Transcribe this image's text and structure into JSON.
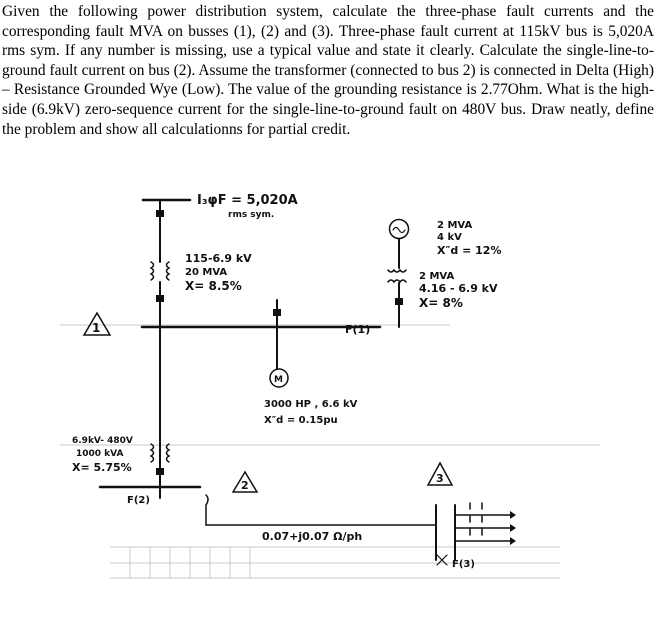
{
  "problem_text": "Given the following power distribution system, calculate the three-phase fault currents and the corresponding fault MVA on busses (1), (2) and (3).  Three-phase fault current at 115kV bus is 5,020A rms sym.  If any number is missing, use a typical value and state it clearly.  Calculate the single-line-to-ground fault current on bus (2).  Assume the transformer (connected to bus 2) is connected in Delta (High) – Resistance Grounded Wye (Low).  The value of the grounding resistance is 2.77Ohm.  What is the high-side (6.9kV) zero-sequence current for the single-line-to-ground fault on 480V bus.  Draw neatly, define the problem and show all calculationns for partial credit.",
  "diagram": {
    "source_label": "I₃φF = 5,020A",
    "source_sub": "rms sym.",
    "t1_line1": "115-6.9 kV",
    "t1_line2": "20 MVA",
    "t1_line3": "X= 8.5%",
    "bus1_label": "1",
    "fault1_label": "F(1)",
    "motor_symbol": "M",
    "motor_line1": "3000 HP , 6.6 kV",
    "motor_line2": "X″d = 0.15pu",
    "gen_line1": "2 MVA",
    "gen_line2": "4 kV",
    "gen_line3": "X″d = 12%",
    "t2_line1": "2 MVA",
    "t2_line2": "4.16 - 6.9 kV",
    "t2_line3": "X= 8%",
    "t3_line1": "6.9kV- 480V",
    "t3_line2": "1000 kVA",
    "t3_line3": "X= 5.75%",
    "fault2_label": "F(2)",
    "bus2_label": "2",
    "bus3_label": "3",
    "line_impedance": "0.07+j0.07 Ω/ph",
    "fault3_label": "F(3)"
  }
}
